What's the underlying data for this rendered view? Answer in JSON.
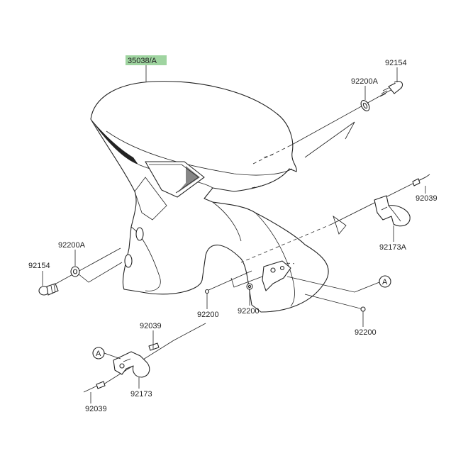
{
  "diagram": {
    "highlight_color": "#9fd4a0",
    "labels": {
      "fender_part": "35038/A",
      "bolt_top_right": "92154",
      "washer_top_right": "92200A",
      "clip_right": "92039",
      "bracket_right": "92173A",
      "ref_a_right": "A",
      "washer_left": "92200A",
      "bolt_left": "92154",
      "nut_mid_left": "92200",
      "nut_mid_center": "92200",
      "nut_right_lower": "92200",
      "clip_lower_top": "92039",
      "ref_a_left": "A",
      "bracket_lower": "92173",
      "clip_lower_bottom": "92039"
    }
  }
}
